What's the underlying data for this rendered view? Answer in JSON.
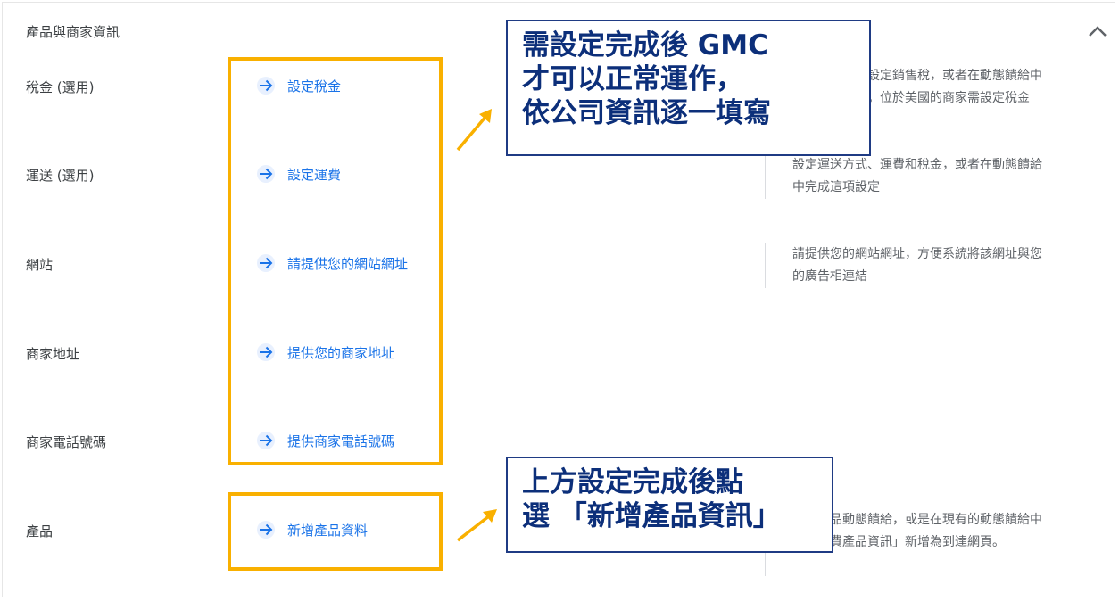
{
  "section": {
    "title": "產品與商家資訊"
  },
  "rows": [
    {
      "label": "稅金 (選用)",
      "action": "設定稅金",
      "description": "依據出貨地點設定銷售稅，或者在動態饋給中完成這項設定。位於美國的商家需設定稅金"
    },
    {
      "label": "運送 (選用)",
      "action": "設定運費",
      "description": "設定運送方式、運費和稅金，或者在動態饋給中完成這項設定"
    },
    {
      "label": "網站",
      "action": "請提供您的網站網址",
      "description": "請提供您的網站網址，方便系統將該網址與您的廣告相連結"
    },
    {
      "label": "商家地址",
      "action": "提供您的商家地址",
      "description": ""
    },
    {
      "label": "商家電話號碼",
      "action": "提供商家電話號碼",
      "description": ""
    },
    {
      "label": "產品",
      "action": "新增產品資料",
      "description": "新增產品動態饋給，或是在現有的動態饋給中將「免費產品資訊」新增為到達網頁。"
    }
  ],
  "callouts": {
    "top": [
      "需設定完成後 GMC",
      "才可以正常運作，",
      "依公司資訊逐一填寫"
    ],
    "bottom": [
      "上方設定完成後點",
      "選 「新增產品資訊」"
    ]
  },
  "colors": {
    "link": "#1a73e8",
    "highlight": "#f9b000",
    "callout_border": "#1f3b84",
    "callout_text": "#0c2f7a"
  },
  "icons": {
    "collapse": "chevron-up-icon",
    "action": "arrow-right-icon"
  }
}
